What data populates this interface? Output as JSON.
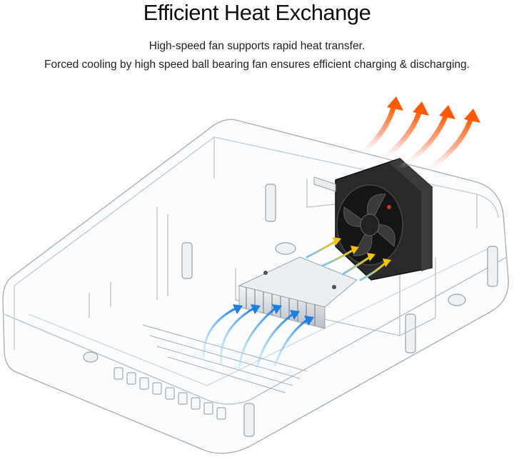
{
  "header": {
    "title": "Efficient Heat Exchange",
    "line1": "High-speed fan supports rapid heat transfer.",
    "line2": "Forced cooling by high speed ball bearing fan ensures efficient charging & discharging."
  },
  "colors": {
    "hot_arrow_top": "#ff5500",
    "hot_arrow_fade": "#ffd0c0",
    "cool_arrow": "#1e8fe0",
    "warm_arrow": "#f5c300",
    "fan": "#1c1c1c",
    "heatsink": "#dcdfe3",
    "case_edge": "#9aa3ab"
  },
  "icons": {
    "product": "transparent-charger-case-illustration",
    "fan": "cooling-fan-icon",
    "heatsink": "heatsink-icon"
  }
}
